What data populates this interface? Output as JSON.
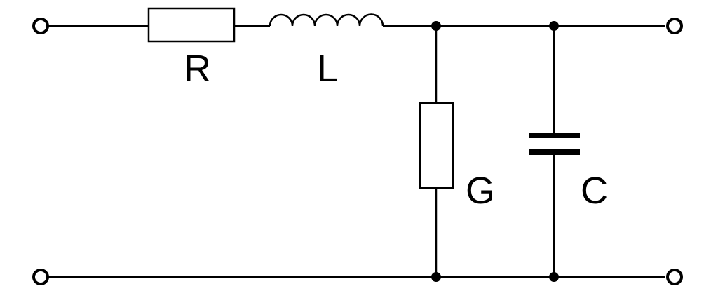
{
  "components": {
    "resistor_series": {
      "label": "R"
    },
    "inductor_series": {
      "label": "L"
    },
    "conductance_shunt": {
      "label": "G"
    },
    "capacitor_shunt": {
      "label": "C"
    }
  },
  "colors": {
    "stroke": "#000000",
    "background": "#ffffff"
  }
}
